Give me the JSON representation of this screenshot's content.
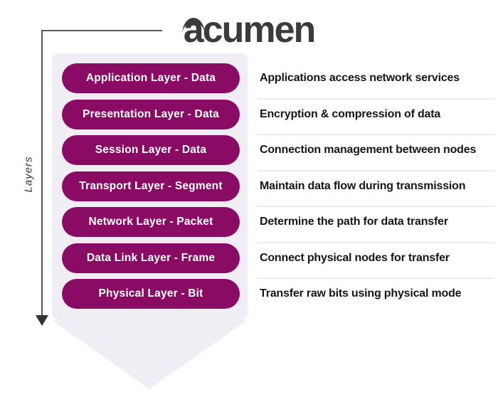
{
  "brand": {
    "name": "acumen"
  },
  "axis": {
    "label": "Layers"
  },
  "colors": {
    "brand": "#3b3b3b",
    "pill": "#8a0b64",
    "panel": "#f1edf4",
    "divider": "#ece9ef",
    "arrow": "#323232"
  },
  "layers": [
    {
      "pill": "Application Layer - Data",
      "description": "Applications access network services"
    },
    {
      "pill": "Presentation Layer - Data",
      "description": "Encryption & compression of data"
    },
    {
      "pill": "Session Layer - Data",
      "description": "Connection management between nodes"
    },
    {
      "pill": "Transport Layer - Segment",
      "description": "Maintain data flow during transmission"
    },
    {
      "pill": "Network Layer - Packet",
      "description": "Determine the path for data transfer"
    },
    {
      "pill": "Data Link Layer - Frame",
      "description": "Connect physical nodes for transfer"
    },
    {
      "pill": "Physical Layer - Bit",
      "description": "Transfer raw bits using physical mode"
    }
  ]
}
